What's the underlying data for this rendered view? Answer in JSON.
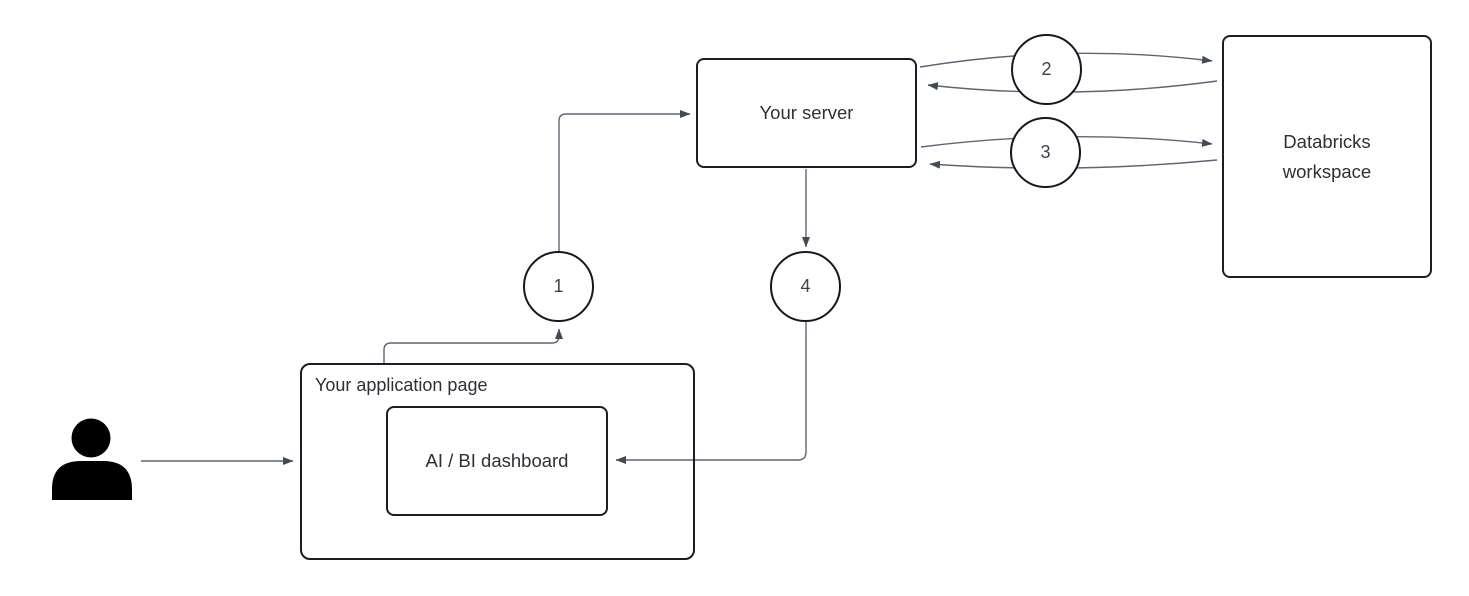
{
  "colors": {
    "background": "#ffffff",
    "node_border": "#1a1e26",
    "connector": "#5d6674",
    "arrowhead": "#424a57",
    "text": "#2c3138",
    "person_icon": "#000000"
  },
  "nodes": {
    "app_page": {
      "label": "Your application page"
    },
    "dashboard": {
      "label": "AI / BI dashboard"
    },
    "server": {
      "label": "Your server"
    },
    "databricks": {
      "line1": "Databricks",
      "line2": "workspace"
    }
  },
  "steps": [
    {
      "number": "1"
    },
    {
      "number": "2"
    },
    {
      "number": "3"
    },
    {
      "number": "4"
    }
  ],
  "edges": [
    {
      "from": "user",
      "to": "app_page",
      "direction": "one-way"
    },
    {
      "from": "app_page",
      "to": "server",
      "step": "1",
      "direction": "one-way"
    },
    {
      "from": "server",
      "to": "databricks",
      "step": "2",
      "direction": "two-way"
    },
    {
      "from": "server",
      "to": "databricks",
      "step": "3",
      "direction": "two-way"
    },
    {
      "from": "server",
      "to": "dashboard",
      "step": "4",
      "direction": "one-way"
    }
  ]
}
